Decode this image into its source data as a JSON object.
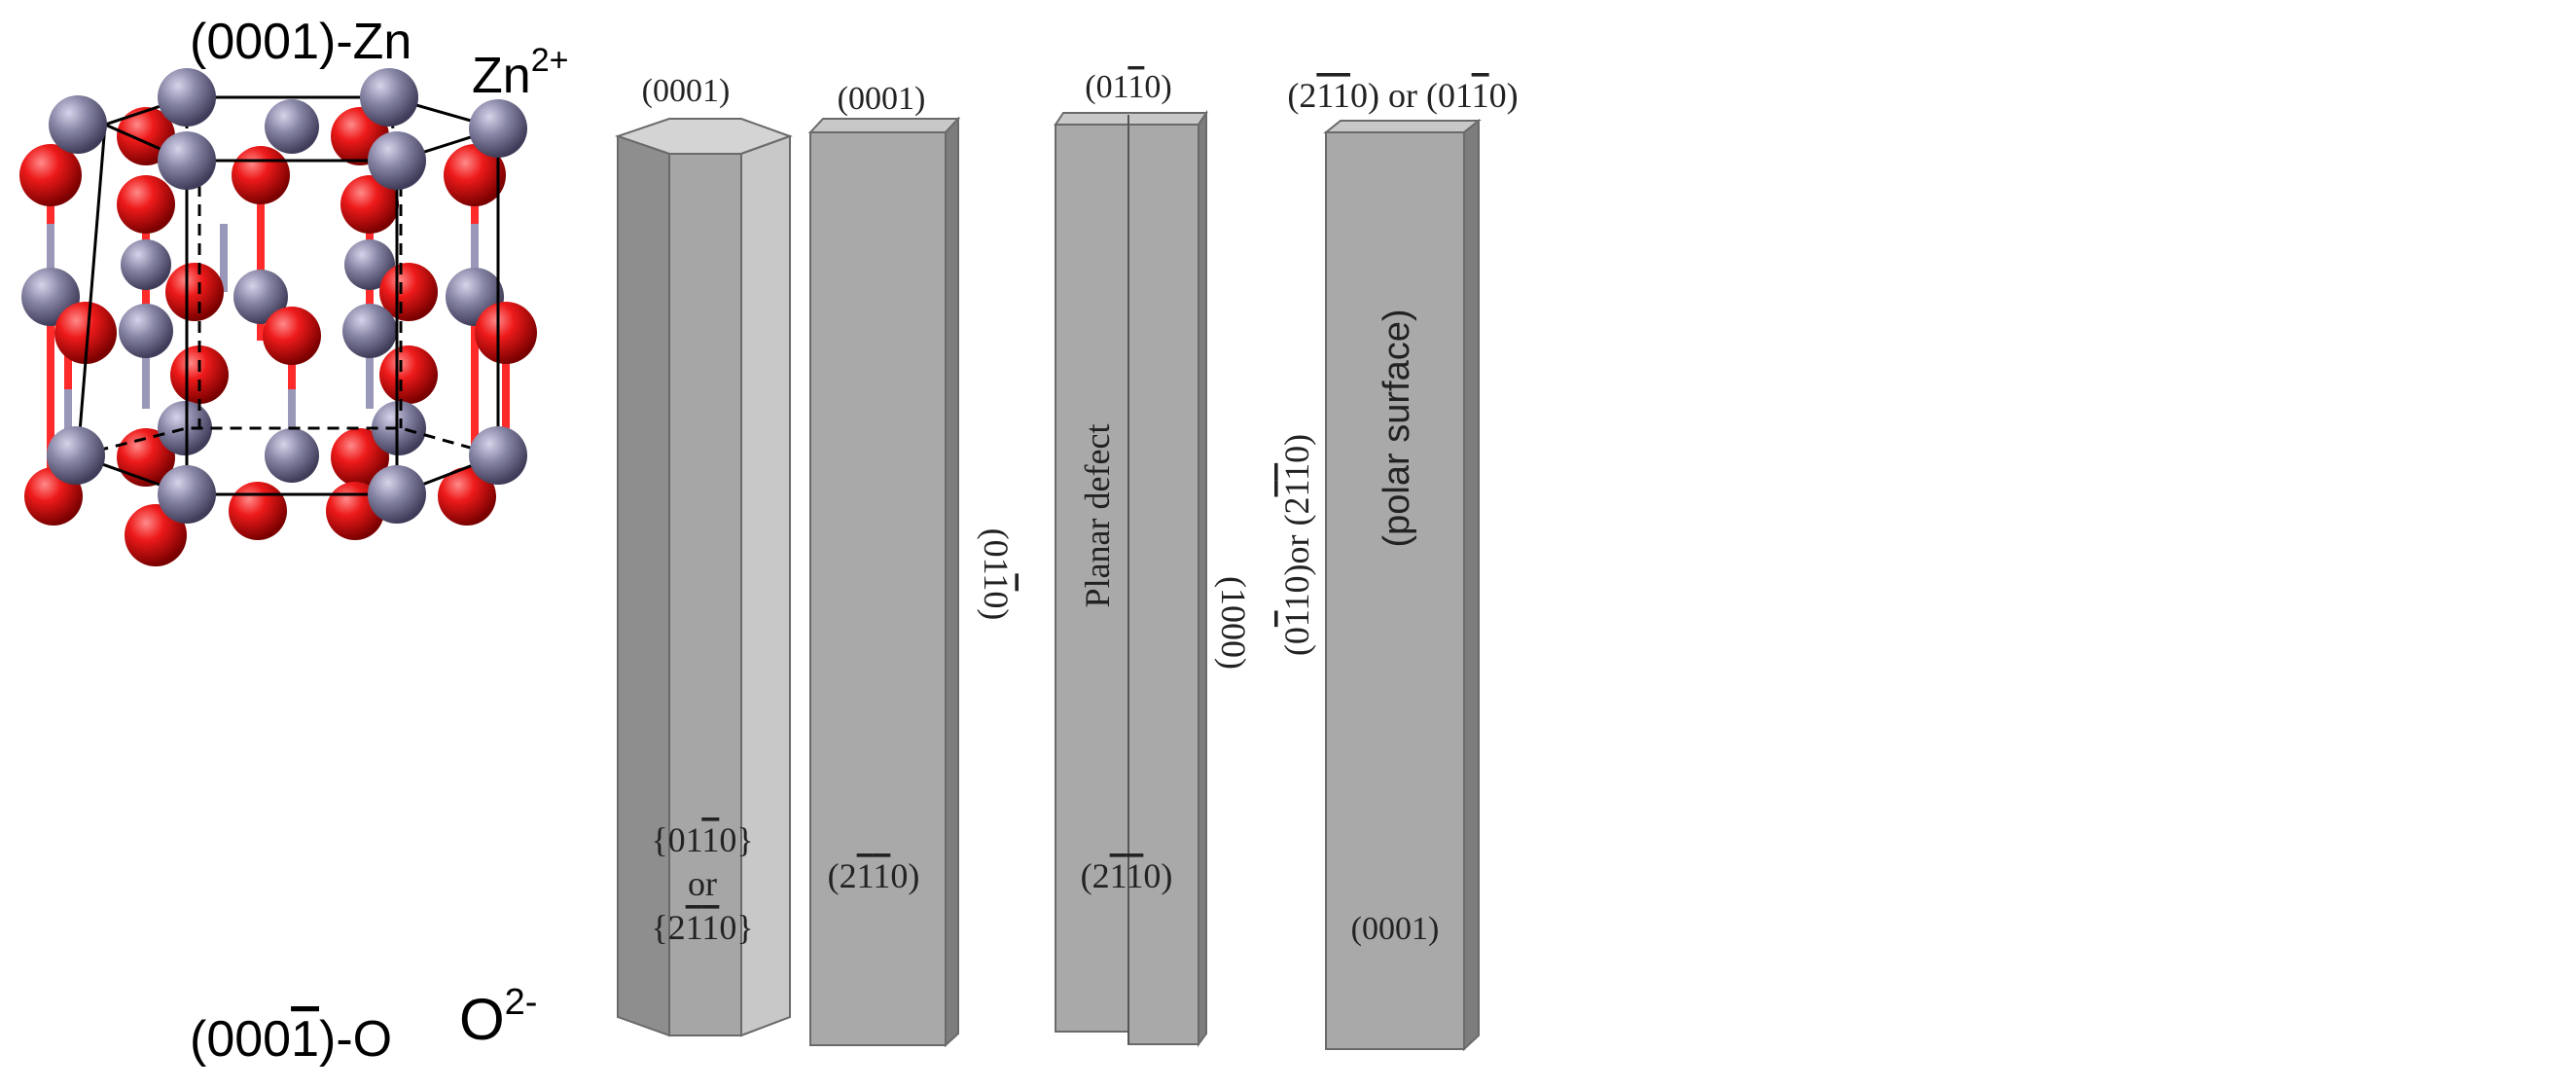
{
  "crystal": {
    "top_label": "(0001)-Zn",
    "zn_label": "Zn",
    "zn_charge": "2+",
    "bottom_label_prefix": "(000",
    "bottom_label_digit": "1",
    "bottom_label_suffix": ")-O",
    "o_label": "O",
    "o_charge": "2-",
    "colors": {
      "zn": "#7c7a9c",
      "o": "#e0141a",
      "bond_o": "#ff2020",
      "bond_zn": "#9a98b8",
      "frame": "#000000"
    }
  },
  "shapes": {
    "hex_rod": {
      "top": "(0001)",
      "face_line1": "{01",
      "face_line1_digit": "1",
      "face_line1_end": "0}",
      "face_or": "or",
      "face_line2": "{2",
      "face_line2_bar1": "1",
      "face_line2_bar2": "1",
      "face_line2_end": "0}"
    },
    "belt": {
      "top": "(0001)",
      "front_a": "(2",
      "front_b1": "1",
      "front_b2": "1",
      "front_end": "0)",
      "side_a": "(01",
      "side_b": "1",
      "side_end": "0)"
    },
    "defect": {
      "top_a": "(01",
      "top_b": "1",
      "top_end": "0)",
      "center": "Planar defect",
      "front_a": "(2",
      "front_b1": "1",
      "front_b2": "1",
      "front_end": "0)",
      "side": "(1000)"
    },
    "polar": {
      "top_a": "(2",
      "top_b1": "1",
      "top_b2": "1",
      "top_mid": "0) or (01",
      "top_b3": "1",
      "top_end": "0)",
      "left_a": "(0",
      "left_b1": "1",
      "left_mid": "10)or (2",
      "left_b2": "1",
      "left_b3": "1",
      "left_end": "0)",
      "center": "(polar  surface)",
      "front": "(0001)"
    },
    "colors": {
      "face_front": "#a9a9a9",
      "face_light": "#c8c8c8",
      "face_dark": "#7d7d7d",
      "edge": "#4a4a4a",
      "text": "#222222"
    }
  }
}
